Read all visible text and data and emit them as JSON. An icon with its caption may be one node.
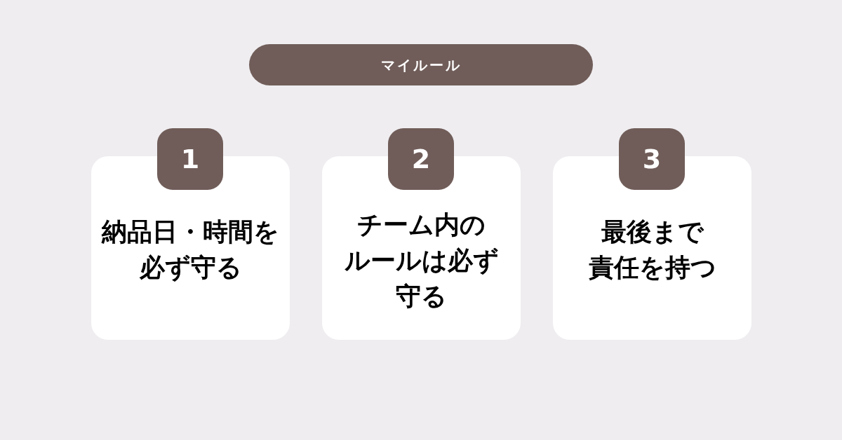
{
  "diagram": {
    "title": "マイルール",
    "nodes": [
      {
        "text": [
          "1"
        ]
      },
      {
        "text": [
          "納品日・時間を必ず守る"
        ]
      },
      {
        "text": [
          "2"
        ]
      },
      {
        "text": [
          "チーム内のルールは必ず守る"
        ]
      },
      {
        "text": [
          "3"
        ]
      },
      {
        "text": [
          "最後まで責任を持つ"
        ]
      }
    ]
  }
}
